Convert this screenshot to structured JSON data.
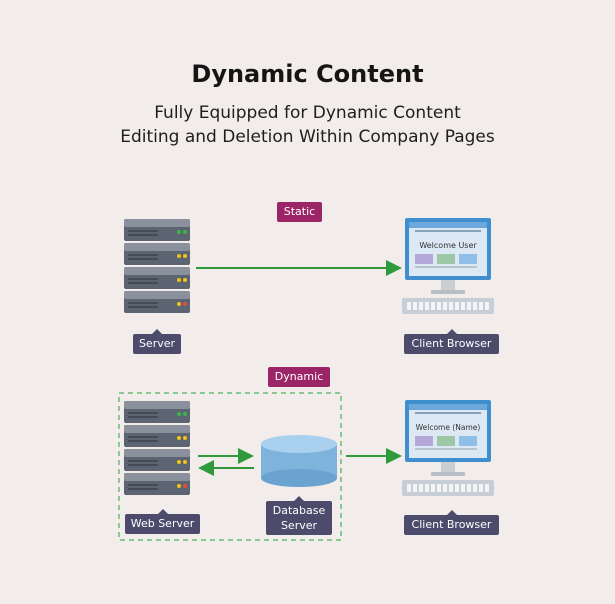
{
  "header": {
    "title": "Dynamic Content",
    "subtitle_line1": "Fully Equipped for Dynamic Content",
    "subtitle_line2": "Editing and Deletion Within Company Pages"
  },
  "static_section": {
    "tag": "Static",
    "server_label": "Server",
    "client_label": "Client Browser",
    "screen_text": "Welcome User"
  },
  "dynamic_section": {
    "tag": "Dynamic",
    "web_server_label": "Web Server",
    "database_label_line1": "Database",
    "database_label_line2": "Server",
    "client_label": "Client Browser",
    "screen_text": "Welcome (Name)"
  },
  "colors": {
    "background": "#f2edea",
    "tag": "#9b2566",
    "label": "#4d4b6c",
    "arrow": "#2e9a3c",
    "dashed_border": "#47b15a",
    "database": "#7eb4dc"
  }
}
